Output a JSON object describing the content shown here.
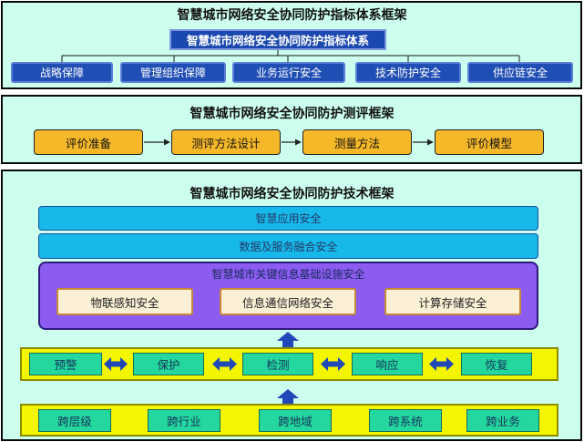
{
  "panel1": {
    "title": "智慧城市网络安全协同防护指标体系框架",
    "root": "智慧城市网络安全协同防护指标体系",
    "children": [
      "战略保障",
      "管理组织保障",
      "业务运行安全",
      "技术防护安全",
      "供应链安全"
    ]
  },
  "panel2": {
    "title": "智慧城市网络安全协同防护测评框架",
    "steps": [
      "评价准备",
      "测评方法设计",
      "测量方法",
      "评价模型"
    ]
  },
  "panel3": {
    "title": "智慧城市网络安全协同防护技术框架",
    "layers": [
      "智慧应用安全",
      "数据及服务融合安全"
    ],
    "infra_title": "智慧城市关键信息基础设施安全",
    "infra_items": [
      "物联感知安全",
      "信息通信网络安全",
      "计算存储安全"
    ],
    "cycle": [
      "预警",
      "保护",
      "检测",
      "响应",
      "恢复"
    ],
    "scopes": [
      "跨层级",
      "跨行业",
      "跨地域",
      "跨系统",
      "跨业务"
    ]
  },
  "colors": {
    "panel_bg": "#ccffee",
    "blue_box": "#1f4eb4",
    "orange_box": "#f5b829",
    "cyan_band": "#17b8ea",
    "purple_box": "#8c5cf0",
    "yellow_band": "#f3f600",
    "green_box": "#23d79f",
    "arrow_blue": "#2048b8"
  }
}
